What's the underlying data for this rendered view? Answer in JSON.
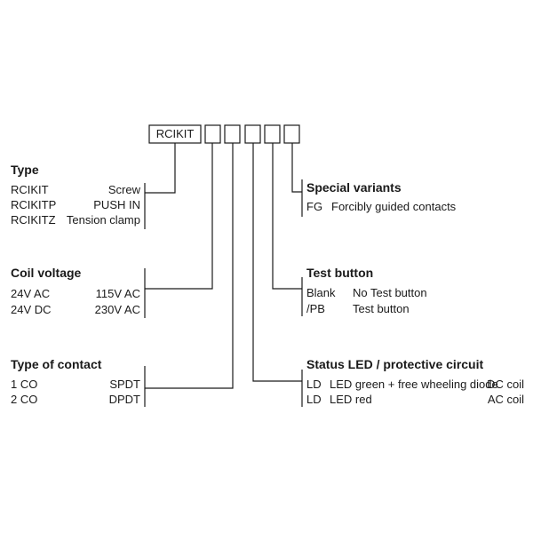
{
  "code_box": "RCIKIT",
  "type": {
    "heading": "Type",
    "rows": [
      {
        "code": "RCIKIT",
        "desc": "Screw"
      },
      {
        "code": "RCIKITP",
        "desc": "PUSH IN"
      },
      {
        "code": "RCIKITZ",
        "desc": "Tension clamp"
      }
    ]
  },
  "coil": {
    "heading": "Coil voltage",
    "rows": [
      {
        "left": "24V AC",
        "right": "115V AC"
      },
      {
        "left": "24V DC",
        "right": "230V AC"
      }
    ]
  },
  "contact": {
    "heading": "Type of contact",
    "rows": [
      {
        "left": "1 CO",
        "right": "SPDT"
      },
      {
        "left": "2 CO",
        "right": "DPDT"
      }
    ]
  },
  "special": {
    "heading": "Special variants",
    "rows": [
      {
        "code": "FG",
        "desc": "Forcibly guided contacts"
      }
    ]
  },
  "test": {
    "heading": "Test button",
    "rows": [
      {
        "code": "Blank",
        "desc": "No Test button"
      },
      {
        "code": "/PB",
        "desc": "Test button"
      }
    ]
  },
  "led": {
    "heading": "Status LED / protective circuit",
    "rows": [
      {
        "code": "LD",
        "desc": "LED green + free wheeling diode",
        "coil": "DC coil"
      },
      {
        "code": "LD",
        "desc": "LED red",
        "coil": "AC coil"
      }
    ]
  }
}
